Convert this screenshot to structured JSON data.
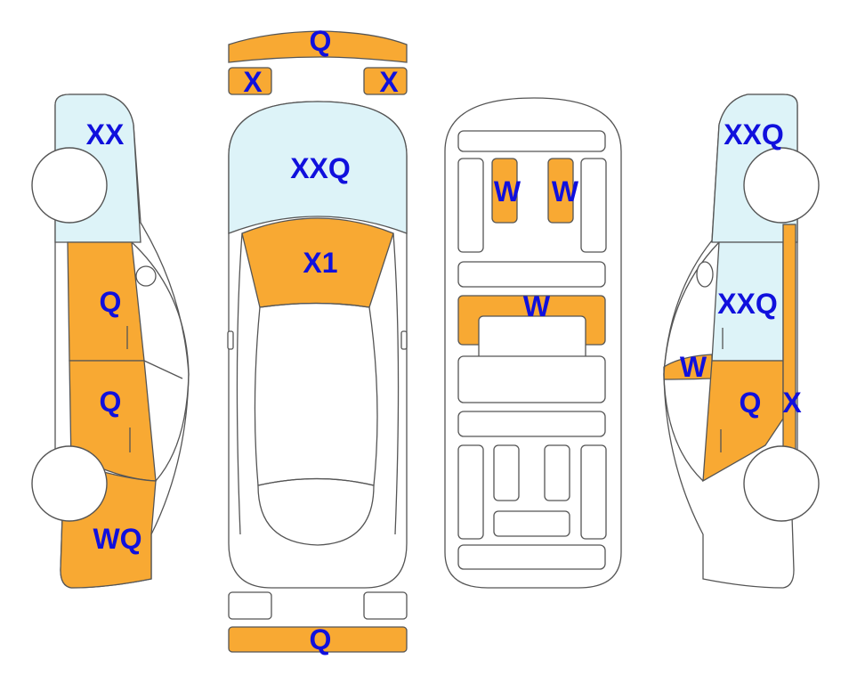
{
  "colors": {
    "damage_fill": "#F8A933",
    "glass_fill": "#DDF3F8",
    "label_color": "#1010DD",
    "outline": "#555555"
  },
  "labels": {
    "front_bumper": "Q",
    "headlight_left": "X",
    "headlight_right": "X",
    "windshield": "XXQ",
    "hood": "X1",
    "rear_bumper": "Q",
    "seat_front_left": "W",
    "seat_front_right": "W",
    "dashboard": "W",
    "left_side_glass": "XX",
    "left_front_door": "Q",
    "left_rear_door": "Q",
    "left_rear_quarter": "WQ",
    "right_side_glass": "XXQ",
    "right_front_glass": "XXQ",
    "right_mirror": "W",
    "right_front_door": "Q",
    "right_front_fender": "X"
  }
}
